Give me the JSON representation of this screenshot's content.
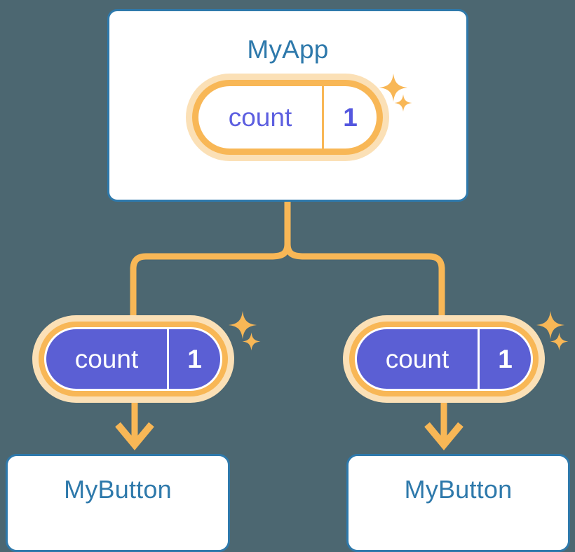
{
  "background_color": "#4c6771",
  "palette": {
    "card_border_blue": "#2e79ab",
    "title_blue": "#2e79ab",
    "pill_ring_orange": "#f8b756",
    "pill_halo_orange": "#fbe0b6",
    "pill_purple": "#5b5fd4",
    "value_indigo": "#5457df",
    "key_indigo": "#5d5fe0",
    "connector_orange": "#f8b756",
    "card_background": "#ffffff"
  },
  "diagram": {
    "type": "component-state-propagation-tree",
    "root": {
      "name": "myapp-card",
      "title": "MyApp",
      "state_pill": {
        "key": "count",
        "value": "1",
        "style": "white-fill",
        "sparkles": 2
      }
    },
    "children": [
      {
        "name": "child-0",
        "state_pill": {
          "key": "count",
          "value": "1",
          "style": "purple-fill",
          "sparkles": 2
        },
        "component": {
          "name": "mybutton-card-0",
          "title": "MyButton"
        }
      },
      {
        "name": "child-1",
        "state_pill": {
          "key": "count",
          "value": "1",
          "style": "purple-fill",
          "sparkles": 2
        },
        "component": {
          "name": "mybutton-card-1",
          "title": "MyButton"
        }
      }
    ],
    "connectors": {
      "root_to_children": "wishbone-split",
      "pill_to_component": "down-arrow"
    }
  },
  "icons": {
    "sparkle": "sparkle-icon",
    "arrow_down": "arrow-down-icon"
  }
}
